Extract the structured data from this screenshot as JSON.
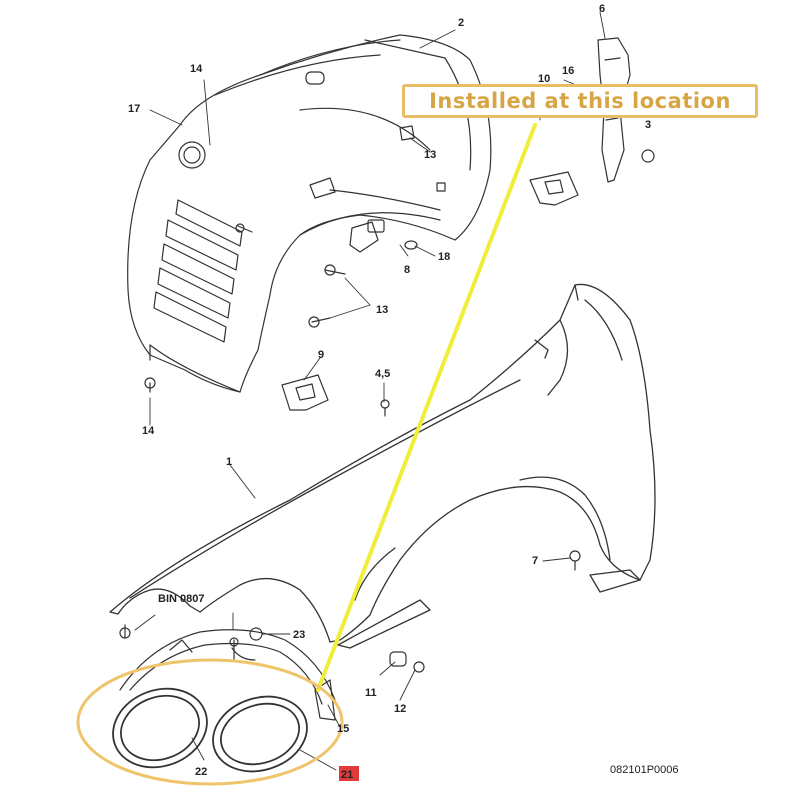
{
  "callout": {
    "text": "Installed at this location",
    "border_color": "#e7bd67",
    "text_color": "#d8a545"
  },
  "highlight_color": "#f2ec3a",
  "ellipse_color": "#efc46a",
  "part_numbers": [
    "2",
    "6",
    "14",
    "10",
    "16",
    "17",
    "13",
    "3",
    "13",
    "8",
    "18",
    "9",
    "4,5",
    "14",
    "1",
    "7",
    "23",
    "11",
    "12",
    "15",
    "22",
    "21"
  ],
  "highlighted_part": "21",
  "highlight_box_color": "#e23a3a",
  "bin_label": "BIN 0807",
  "reference_code": "082101P0006"
}
